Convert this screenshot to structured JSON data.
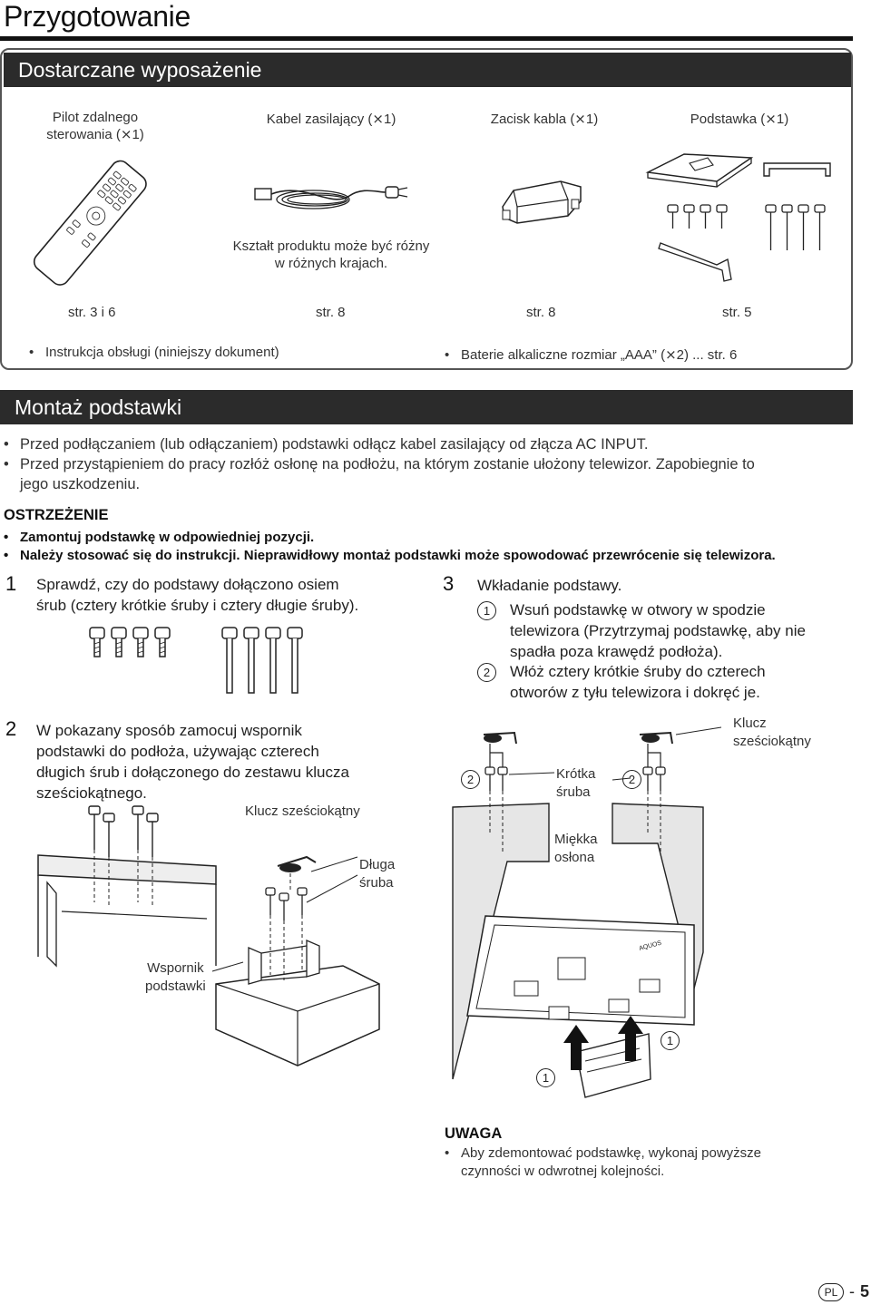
{
  "page_title": "Przygotowanie",
  "supplied": {
    "heading": "Dostarczane wyposażenie",
    "items": [
      {
        "caption_l1": "Pilot zdalnego",
        "caption_l2": "sterowania (⨯1)",
        "ref": "str. 3 i 6"
      },
      {
        "caption_l1": "Kabel zasilający (⨯1)",
        "ref": "str. 8"
      },
      {
        "caption_l1": "Zacisk kabla (⨯1)",
        "ref": "str. 8"
      },
      {
        "caption_l1": "Podstawka (⨯1)",
        "ref": "str. 5"
      }
    ],
    "cable_note_l1": "Kształt produktu może być różny",
    "cable_note_l2": "w różnych krajach.",
    "bullet_manual": "Instrukcja obsługi (niniejszy dokument)",
    "bullet_batteries": "Baterie alkaliczne rozmiar „AAA” (⨯2) ... str. 6"
  },
  "mount": {
    "heading": "Montaż podstawki",
    "bullets": [
      "Przed podłączaniem (lub odłączaniem) podstawki odłącz kabel zasilający od złącza AC INPUT.",
      "Przed przystąpieniem do pracy rozłóż osłonę na podłożu, na którym zostanie ułożony telewizor. Zapobiegnie to",
      "jego uszkodzeniu."
    ],
    "warning_title": "OSTRZEŻENIE",
    "warning_lines": [
      "Zamontuj podstawkę w odpowiedniej pozycji.",
      "Należy stosować się do instrukcji. Nieprawidłowy montaż podstawki może spowodować przewrócenie się telewizora."
    ]
  },
  "steps": {
    "s1_num": "1",
    "s1_l1": "Sprawdź, czy do podstawy dołączono osiem",
    "s1_l2": "śrub (cztery krótkie śruby i cztery długie śruby).",
    "s2_num": "2",
    "s2_l1": "W pokazany sposób zamocuj wspornik",
    "s2_l2": "podstawki do podłoża, używając czterech",
    "s2_l3": "długich śrub i dołączonego do zestawu klucza",
    "s2_l4": "sześciokątnego.",
    "s3_num": "3",
    "s3_l1": "Wkładanie podstawy.",
    "s3_a_num": "1",
    "s3_a_l1": "Wsuń podstawkę w otwory w spodzie",
    "s3_a_l2": "telewizora (Przytrzymaj podstawkę, aby nie",
    "s3_a_l3": "spadła poza krawędź podłoża).",
    "s3_b_num": "2",
    "s3_b_l1": "Włóż cztery krótkie śruby do czterech",
    "s3_b_l2": "otworów z tyłu telewizora i dokręć je."
  },
  "labels": {
    "hex_key": "Klucz sześciokątny",
    "long_screw_l1": "Długa",
    "long_screw_l2": "śruba",
    "bracket_l1": "Wspornik",
    "bracket_l2": "podstawki",
    "short_screw_l1": "Krótka",
    "short_screw_l2": "śruba",
    "soft_cover_l1": "Miękka",
    "soft_cover_l2": "osłona",
    "key_l1": "Klucz",
    "key_l2": "sześciokątny",
    "num2": "2",
    "num1": "1"
  },
  "note": {
    "title": "UWAGA",
    "l1": "Aby zdemontować podstawkę, wykonaj powyższe",
    "l2": "czynności w odwrotnej kolejności."
  },
  "footer": {
    "lang": "PL",
    "page": "5"
  }
}
